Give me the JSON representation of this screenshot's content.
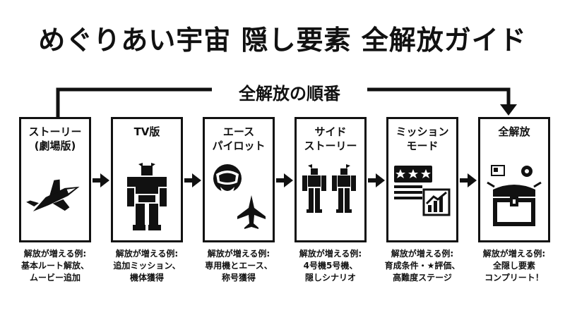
{
  "title": "めぐりあい宇宙 隠し要素 全解放ガイド",
  "flow_label": "全解放の順番",
  "steps": [
    {
      "title": "ストーリー\n(劇場版)",
      "icon": "fighter-jet-icon",
      "caption": "解放が増える例:\n基本ルート解放、\nムービー追加"
    },
    {
      "title": "TV版",
      "icon": "robot-icon",
      "caption": "解放が増える例:\n追加ミッション、\n機体獲得"
    },
    {
      "title": "エース\nパイロット",
      "icon": "pilot-helmet-icon",
      "caption": "解放が増える例:\n専用機とエース、\n称号獲得"
    },
    {
      "title": "サイド\nストーリー",
      "icon": "twin-robots-icon",
      "caption": "解放が増える例:\n4号機5号機、\n隠しシナリオ"
    },
    {
      "title": "ミッション\nモード",
      "icon": "star-rating-chart-icon",
      "caption": "解放が増える例:\n育成条件・★評価、\n高難度ステージ"
    },
    {
      "title": "全解放",
      "icon": "treasure-chest-icon",
      "caption": "解放が増える例:\n全隠し要素\nコンプリート！"
    }
  ]
}
